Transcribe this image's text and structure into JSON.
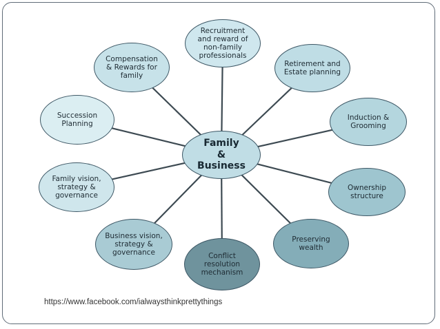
{
  "diagram": {
    "center": "Family\n&\nBusiness",
    "nodes": [
      {
        "id": "recruitment",
        "label": "Recruitment\nand reward of\nnon-family\nprofessionals",
        "color": "#cfe7ee"
      },
      {
        "id": "retirement",
        "label": "Retirement and\nEstate planning",
        "color": "#bfdde5"
      },
      {
        "id": "induction",
        "label": "Induction &\nGrooming",
        "color": "#b4d6de"
      },
      {
        "id": "ownership",
        "label": "Ownership\nstructure",
        "color": "#9ec5cf"
      },
      {
        "id": "preserving",
        "label": "Preserving\nwealth",
        "color": "#84adb8"
      },
      {
        "id": "conflict",
        "label": "Conflict\nresolution\nmechanism",
        "color": "#6f939d"
      },
      {
        "id": "business-vision",
        "label": "Business vision,\nstrategy &\ngovernance",
        "color": "#a9cbd4"
      },
      {
        "id": "family-vision",
        "label": "Family vision,\nstrategy &\ngovernance",
        "color": "#cfe6ec"
      },
      {
        "id": "succession",
        "label": "Succession\nPlanning",
        "color": "#dbeef2"
      },
      {
        "id": "compensation",
        "label": "Compensation\n& Rewards for\nfamily",
        "color": "#c7e2e9"
      }
    ]
  },
  "source_url": "https://www.facebook.com/ialwaysthinkprettythings",
  "colors": {
    "center": "#c0dde5",
    "line": "#3d4a52",
    "border": "#3c5664"
  }
}
